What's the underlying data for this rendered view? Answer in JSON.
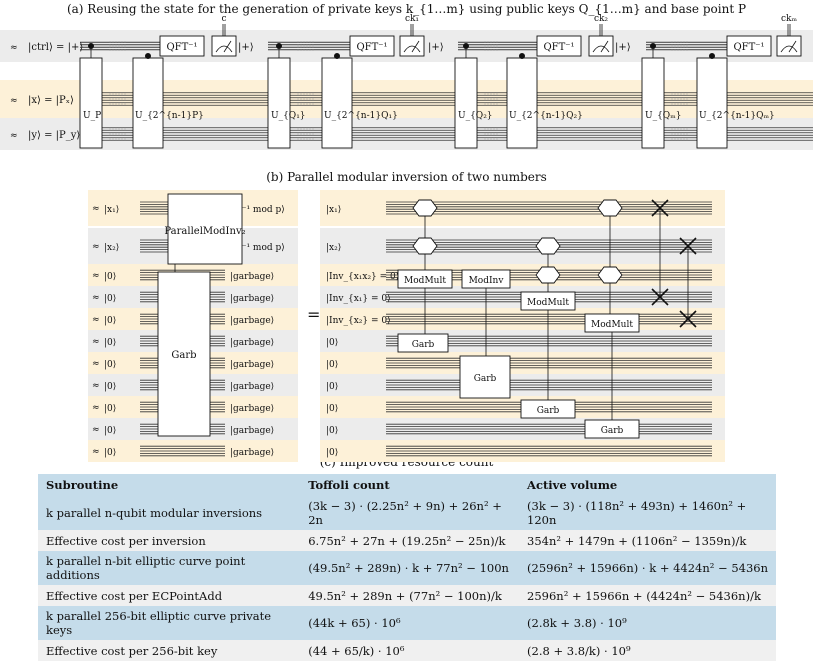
{
  "captions": {
    "a": "(a) Reusing the state for the generation of private keys k_{1…m} using public keys Q_{1…m} and base point P",
    "b": "(b) Parallel modular inversion of two numbers",
    "c": "(c) Improved resource count"
  },
  "circuit_a": {
    "wires": [
      "|ctrl⟩ = |+⟩",
      "|x⟩ = |Pₓ⟩",
      "|y⟩ = |P_y⟩"
    ],
    "gates": [
      "U_P",
      "U_{2^{n-1}P}",
      "U_{Q₁}",
      "U_{2^{n-1}Q₁}",
      "U_{Q₂}",
      "U_{2^{n-1}Q₂}",
      "U_{Qₘ}",
      "U_{2^{n-1}Qₘ}"
    ],
    "qft": "QFT⁻¹",
    "reset": "|+⟩",
    "outputs": [
      "c",
      "ck₁",
      "ck₂",
      "ckₘ"
    ]
  },
  "circuit_b": {
    "inputs": [
      "|x₁⟩",
      "|x₂⟩",
      "|0⟩",
      "|0⟩",
      "|0⟩",
      "|0⟩",
      "|0⟩",
      "|0⟩",
      "|0⟩",
      "|0⟩",
      "|0⟩"
    ],
    "outputs": [
      "|x₁⁻¹ mod p⟩",
      "|x₂⁻¹ mod p⟩",
      "|garbage⟩",
      "|garbage⟩",
      "|garbage⟩",
      "|garbage⟩",
      "|garbage⟩",
      "|garbage⟩",
      "|garbage⟩",
      "|garbage⟩",
      "|garbage⟩"
    ],
    "big_gate": "ParallelModInv₂",
    "garb": "Garb",
    "equals": "=",
    "right_labels": [
      "|x₁⟩",
      "|x₂⟩",
      "|Inv_{x₁x₂} = 0⟩",
      "|Inv_{x₁} = 0⟩",
      "|Inv_{x₂} = 0⟩",
      "|0⟩",
      "|0⟩",
      "|0⟩",
      "|0⟩",
      "|0⟩",
      "|0⟩"
    ],
    "modmult": "ModMult",
    "modinv": "ModInv"
  },
  "table": {
    "headers": [
      "Subroutine",
      "Toffoli count",
      "Active volume"
    ],
    "rows": [
      [
        "k parallel n-qubit modular inversions",
        "(3k − 3) · (2.25n² + 9n) + 26n² + 2n",
        "(3k − 3) · (118n² + 493n) + 1460n² + 120n"
      ],
      [
        "Effective cost per inversion",
        "6.75n² + 27n + (19.25n² − 25n)/k",
        "354n² + 1479n + (1106n² − 1359n)/k"
      ],
      [
        "k parallel n-bit elliptic curve point additions",
        "(49.5n² + 289n) · k + 77n² − 100n",
        "(2596n² + 15966n) · k + 4424n² − 5436n"
      ],
      [
        "Effective cost per ECPointAdd",
        "49.5n² + 289n + (77n² − 100n)/k",
        "2596n² + 15966n + (4424n² − 5436n)/k"
      ],
      [
        "k parallel 256-bit elliptic curve private keys",
        "(44k + 65) · 10⁶",
        "(2.8k + 3.8) · 10⁹"
      ],
      [
        "Effective cost per 256-bit key",
        "(44 + 65/k) · 10⁶",
        "(2.8 + 3.8/k) · 10⁹"
      ]
    ]
  }
}
